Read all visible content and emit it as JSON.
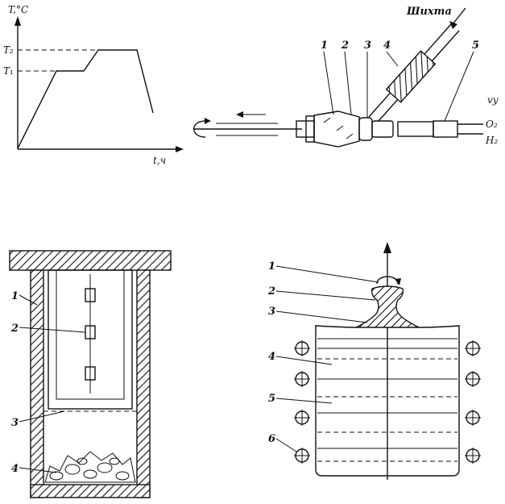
{
  "graph": {
    "y_axis_label": "T,°C",
    "x_axis_label": "t,ч",
    "t1_label": "T₁",
    "t2_label": "T₂"
  },
  "verneuil": {
    "feed_label": "Шихта",
    "o2_label": "O₂",
    "h2_label": "H₂",
    "side_mark": "vy",
    "callouts": [
      "1",
      "2",
      "3",
      "4",
      "5"
    ]
  },
  "crucible": {
    "callouts": [
      "1",
      "2",
      "3",
      "4"
    ]
  },
  "czochralski": {
    "callouts": [
      "1",
      "2",
      "3",
      "4",
      "5",
      "6"
    ]
  }
}
